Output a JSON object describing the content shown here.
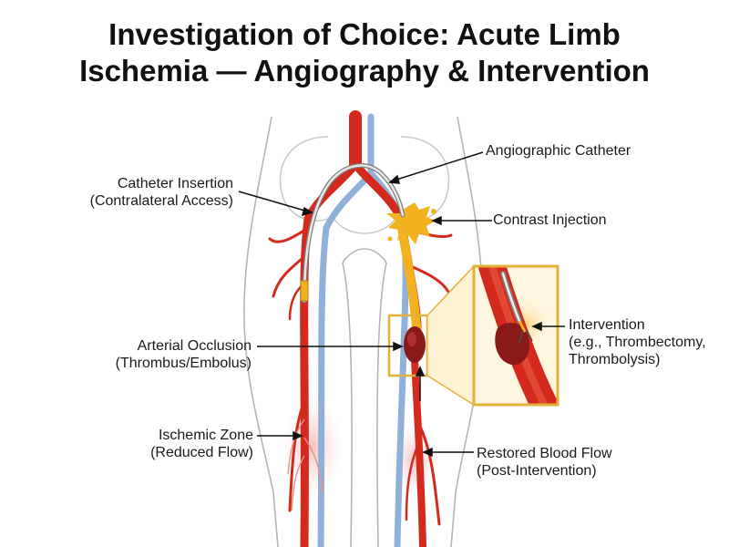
{
  "title": {
    "line1": "Investigation of Choice: Acute Limb",
    "line2": "Ischemia — Angiography & Intervention"
  },
  "labels": {
    "catheter_insertion": {
      "line1": "Catheter Insertion",
      "line2": "(Contralateral Access)"
    },
    "angiographic_catheter": {
      "line1": "Angiographic Catheter"
    },
    "contrast_injection": {
      "line1": "Contrast Injection"
    },
    "arterial_occlusion": {
      "line1": "Arterial Occlusion",
      "line2": "(Thrombus/Embolus)"
    },
    "intervention": {
      "line1": "Intervention",
      "line2": "(e.g., Thrombectomy,",
      "line3": "Thrombolysis)"
    },
    "ischemic_zone": {
      "line1": "Ischemic Zone",
      "line2": "(Reduced Flow)"
    },
    "restored_flow": {
      "line1": "Restored Blood Flow",
      "line2": "(Post-Intervention)"
    }
  },
  "colors": {
    "artery": "#d42a1e",
    "vein": "#8fb0d8",
    "contrast": "#f2b21f",
    "thrombus": "#8a1a1a",
    "ischemia": "#f7c9c9",
    "outline": "#9a9a9a"
  }
}
